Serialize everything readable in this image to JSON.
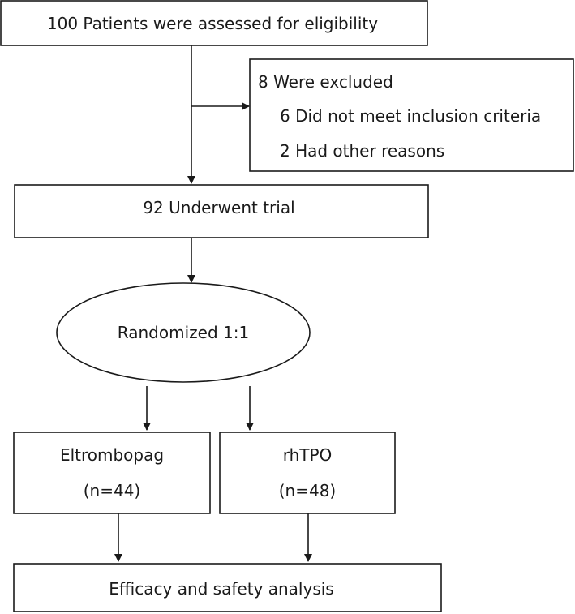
{
  "assessed": {
    "text": "100 Patients were assessed for eligibility"
  },
  "excluded": {
    "title": "8 Were excluded",
    "reasons": [
      "6 Did not meet inclusion criteria",
      "2 Had other reasons"
    ]
  },
  "trial": {
    "text": "92 Underwent trial"
  },
  "randomized": {
    "text": "Randomized 1:1"
  },
  "arms": [
    {
      "name": "Eltrombopag",
      "count": "(n=44)"
    },
    {
      "name": "rhTPO",
      "count": "(n=48)"
    }
  ],
  "analysis": {
    "text": "Efficacy and safety analysis"
  }
}
